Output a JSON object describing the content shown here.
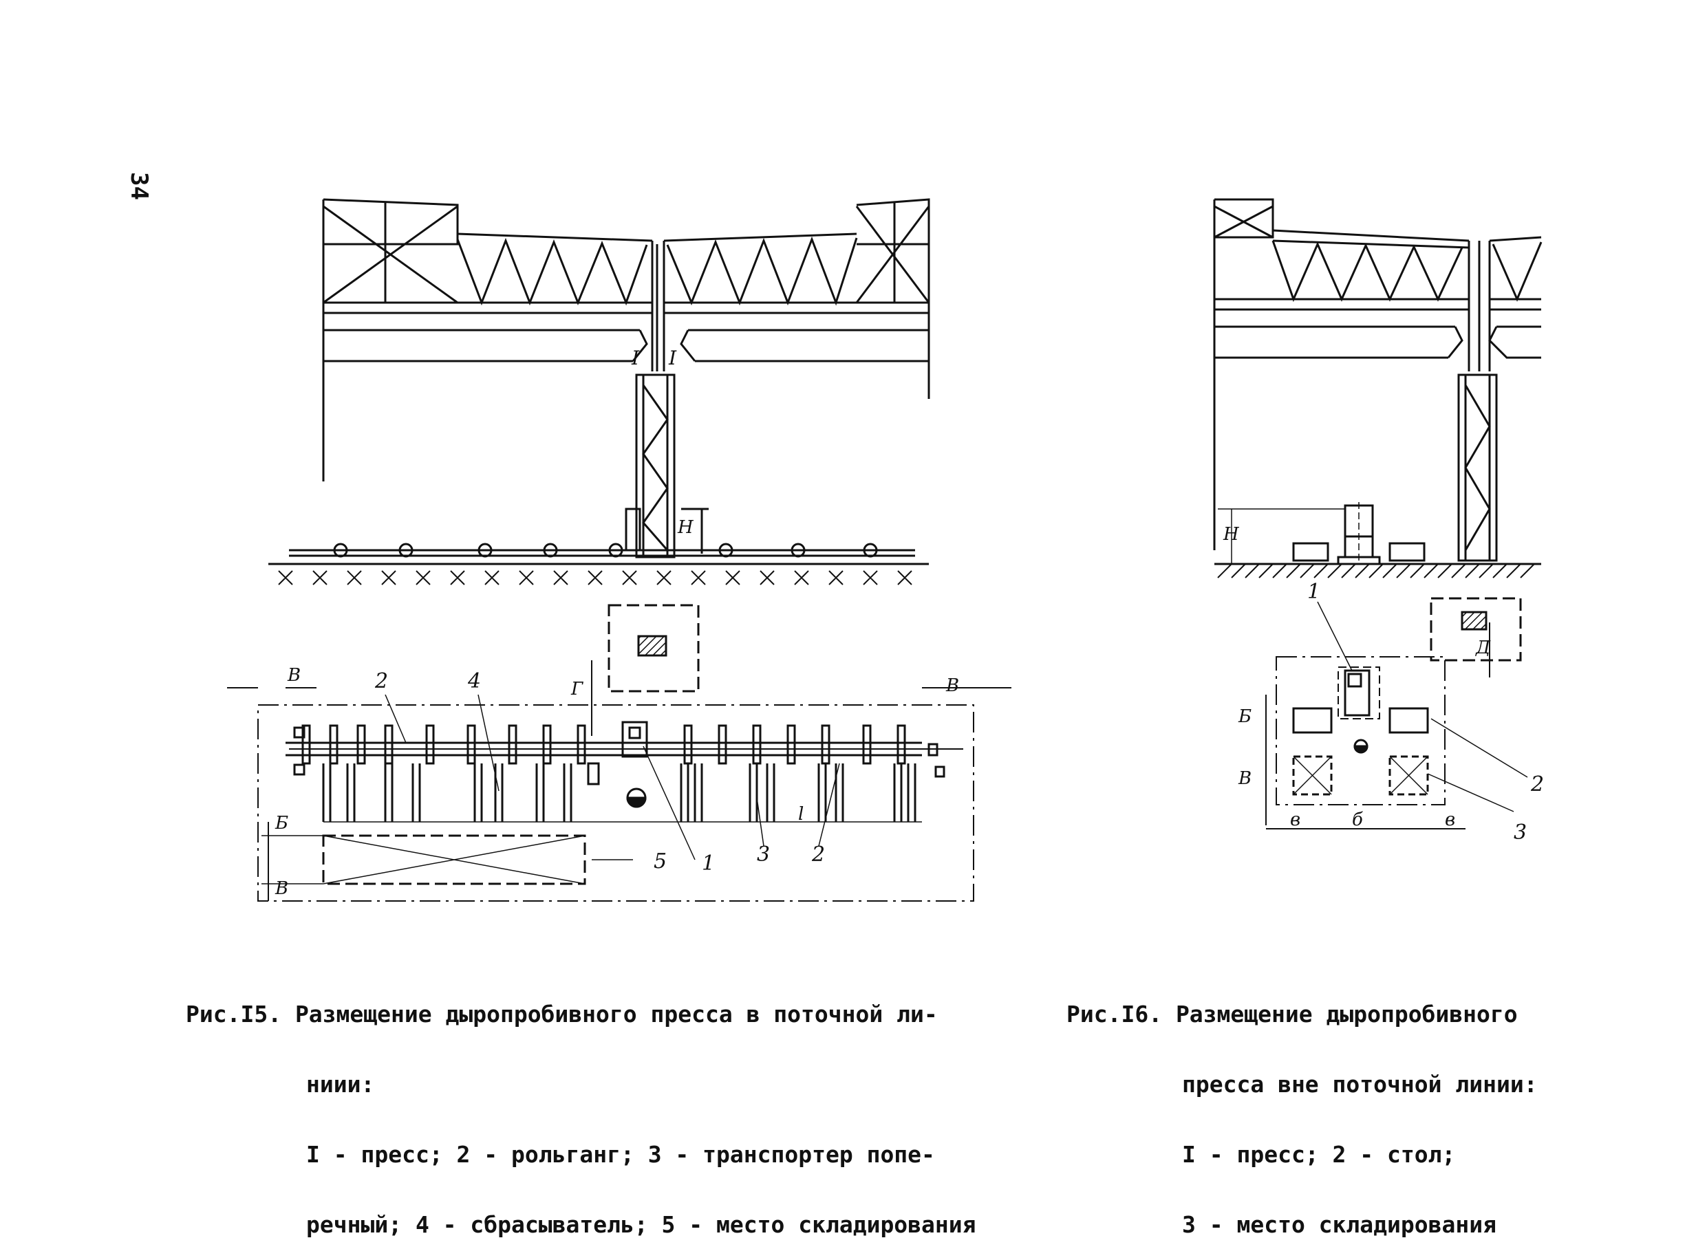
{
  "page_number": "34",
  "fig15": {
    "caption": [
      "Рис.I5. Размещение дыропробивного пресса в поточной ли-",
      "ниии:",
      "I - пресс; 2 - рольганг; 3 - транспортер попе-",
      "речный; 4 - сбрасыватель; 5 - место складирования"
    ],
    "dim_labels": {
      "H": "H",
      "B_left": "В",
      "B_right": "В",
      "G": "Г",
      "B_row": "Б",
      "V_row": "В",
      "l": "l"
    },
    "callouts": {
      "c1": "1",
      "c2a": "2",
      "c2b": "2",
      "c3": "3",
      "c4": "4",
      "c5": "5"
    }
  },
  "fig16": {
    "caption": [
      "Рис.I6. Размещение дыропробивного",
      "пресса вне поточной линии:",
      "I - пресс; 2 - стол;",
      "3 - место складирования"
    ],
    "dim_labels": {
      "H": "H",
      "D": "Д",
      "B": "Б",
      "V": "В",
      "v1": "в",
      "b2": "б",
      "v3": "в"
    },
    "callouts": {
      "c1": "1",
      "c2": "2",
      "c3": "3"
    }
  }
}
